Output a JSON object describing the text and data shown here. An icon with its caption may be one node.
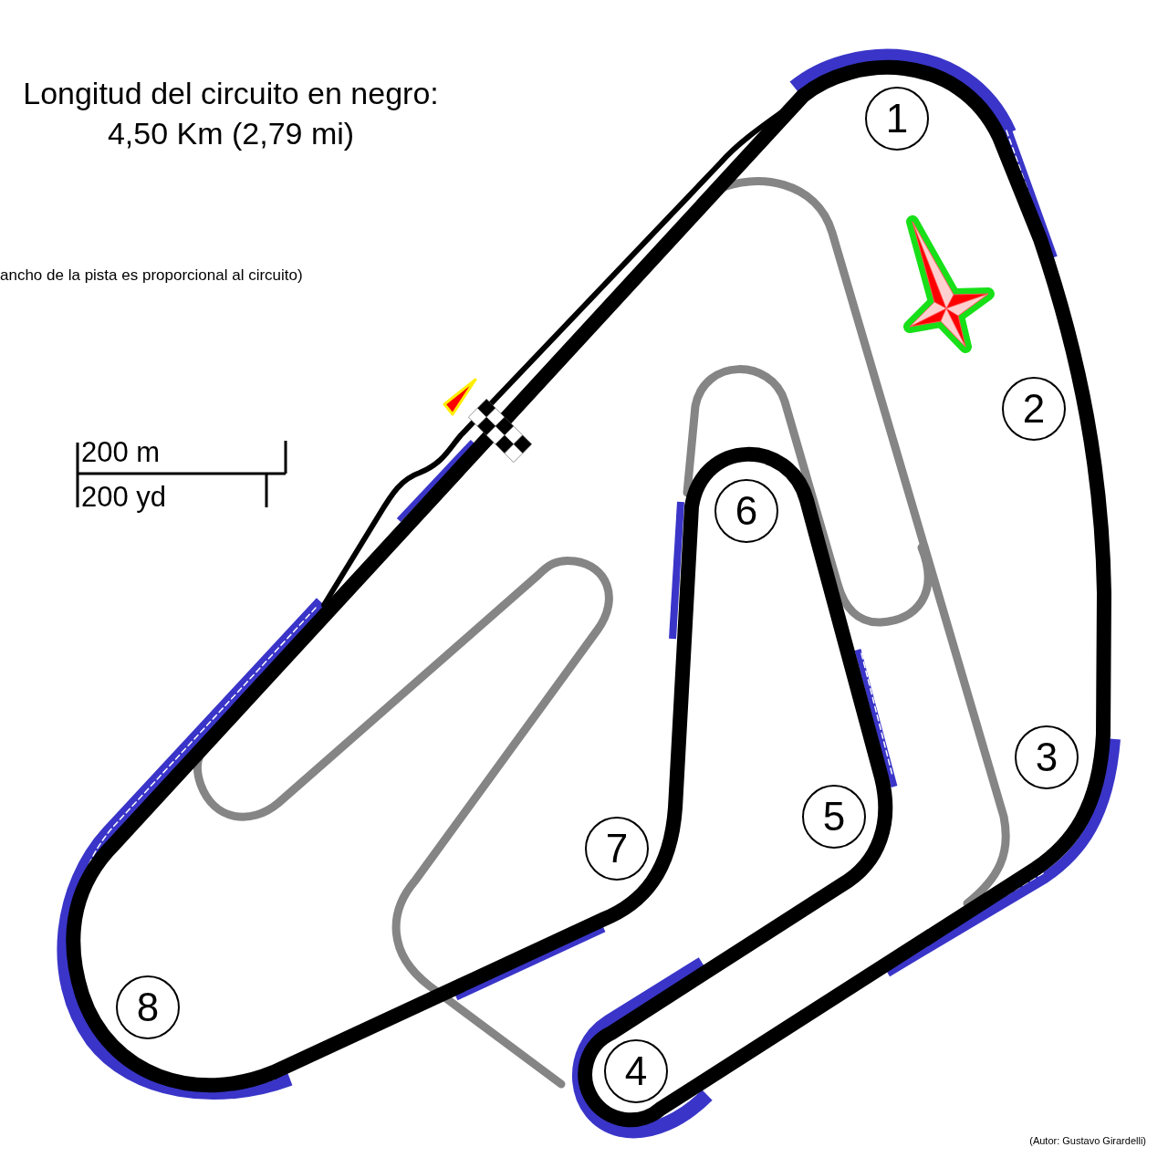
{
  "diagram": {
    "title": "Longitud del circuito en negro: 4,50 Km (2,79 mi)",
    "nodes": [
      {
        "text": [
          "1"
        ]
      },
      {
        "text": [
          "2"
        ]
      },
      {
        "text": [
          "3"
        ]
      },
      {
        "text": [
          "4"
        ]
      },
      {
        "text": [
          "5"
        ]
      },
      {
        "text": [
          "6"
        ]
      },
      {
        "text": [
          "7"
        ]
      },
      {
        "text": [
          "8"
        ]
      }
    ],
    "labels": [
      "ancho de la pista es proporcional al circuito)",
      "200 m",
      "200 yd",
      "(Autor: Gustavo Girardelli)"
    ]
  }
}
